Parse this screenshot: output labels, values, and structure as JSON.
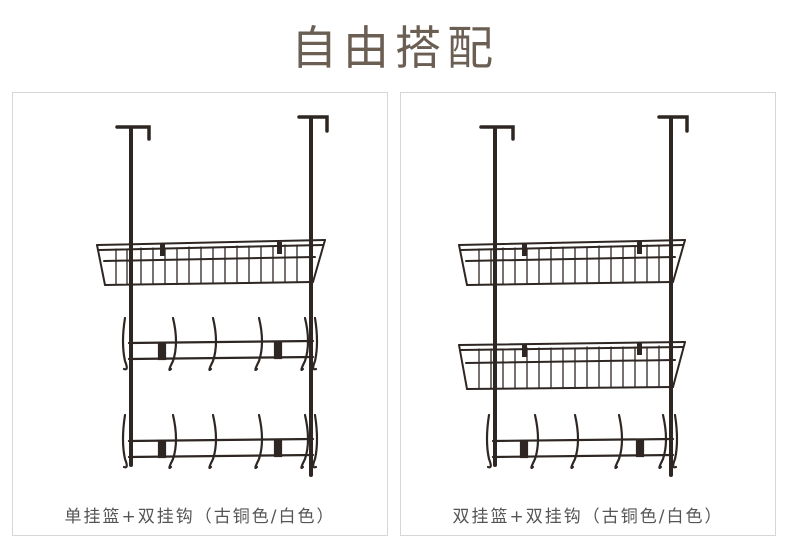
{
  "title": "自由搭配",
  "colors": {
    "title": "#6b5e52",
    "frame": "#2e2622",
    "caption": "#555555",
    "border": "#d6d6d6"
  },
  "cards": [
    {
      "caption": "单挂篮+双挂钩（古铜色/白色）",
      "image": "over-door-rack-one-basket-two-hook-rows"
    },
    {
      "caption": "双挂篮+双挂钩（古铜色/白色）",
      "image": "over-door-rack-two-baskets-one-hook-row"
    }
  ]
}
